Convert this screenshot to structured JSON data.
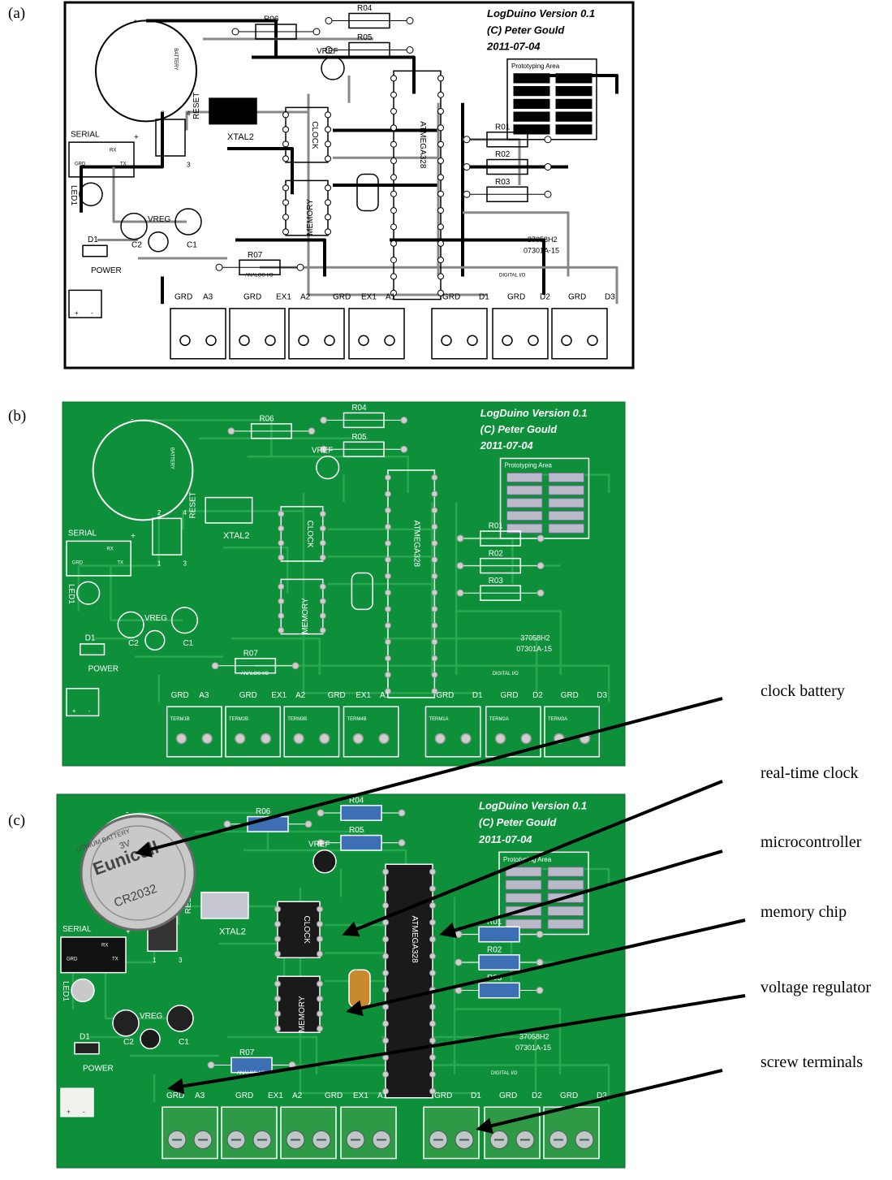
{
  "panels": [
    {
      "letter": "(a)",
      "kind": "pcb-layout"
    },
    {
      "letter": "(b)",
      "kind": "pcb-bare"
    },
    {
      "letter": "(c)",
      "kind": "pcb-assembled"
    }
  ],
  "board": {
    "title_line1": "LogDuino Version 0.1",
    "title_line2": "(C) Peter Gould",
    "title_line3": "2011-07-04",
    "prototyping_area": "Prototyping Area",
    "serial": "SERIAL",
    "xtal": "XTAL2",
    "reset": "RESET",
    "clock": "CLOCK",
    "memory": "MEMORY",
    "mcu": "ATMEGA328",
    "vref": "VREF",
    "vreg": "VREG",
    "led": "LED1",
    "d1": "D1",
    "c1": "C1",
    "c2": "C2",
    "power": "POWER",
    "analog_io": "ANALOG I/O",
    "digital_io": "DIGITAL I/O",
    "battery": "BATTERY",
    "board_code_1": "37058H2",
    "board_code_2": "07301A-15",
    "resistors": [
      "R06",
      "R04",
      "R05",
      "R01",
      "R02",
      "R03",
      "R07"
    ],
    "terminal_labels": [
      "GRD",
      "A3",
      "GRD",
      "EX1",
      "A2",
      "GRD",
      "EX1",
      "A1",
      "GRD",
      "D1",
      "GRD",
      "D2",
      "GRD",
      "D3"
    ],
    "terminal_ids": [
      "TERM1B",
      "TERM2B",
      "TERM3B",
      "TERM4B",
      "TERM1A",
      "TERM2A",
      "TERM3A"
    ],
    "pin_marks": [
      "2",
      "4",
      "1",
      "3"
    ],
    "rx": "RX",
    "tx": "TX",
    "grd_small": "GRD",
    "plus": "+",
    "minus": "-"
  },
  "components_c": {
    "battery_text": [
      "Eunicell",
      "CR2032",
      "3V",
      "LITHIUM BATTERY"
    ]
  },
  "callouts": [
    {
      "label": "clock battery"
    },
    {
      "label": "real-time clock"
    },
    {
      "label": "microcontroller"
    },
    {
      "label": "memory chip"
    },
    {
      "label": "voltage regulator"
    },
    {
      "label": "screw terminals"
    }
  ],
  "colors": {
    "pcb_green": "#0e8f3a",
    "pcb_dark": "#0a7a30",
    "trace": "#2aa84f",
    "silk": "#ffffff",
    "pad": "#cfcfcf",
    "terminal_green": "#2f9a45",
    "chip_black": "#1a1a1a"
  }
}
